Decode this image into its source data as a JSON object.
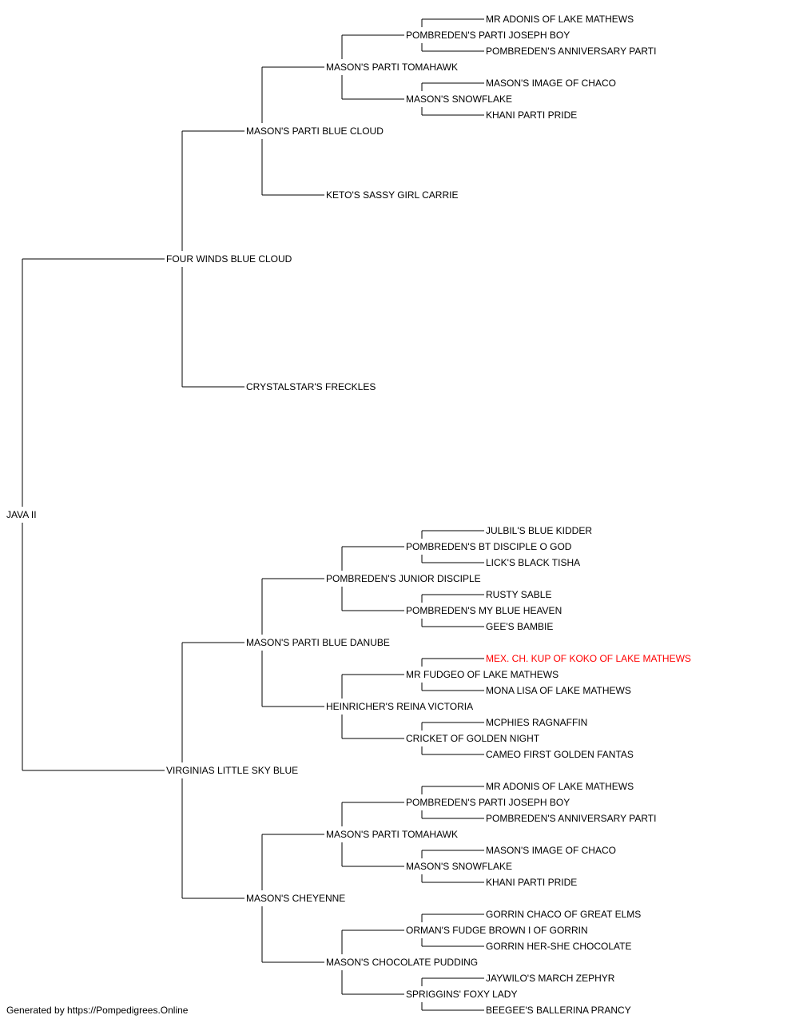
{
  "colors": {
    "text": "#000000",
    "highlight": "#ff0000",
    "line": "#000000"
  },
  "pedigree": {
    "name": "JAVA II",
    "sire": {
      "name": "FOUR WINDS BLUE CLOUD",
      "sire": {
        "name": "MASON'S PARTI BLUE CLOUD",
        "sire": {
          "name": "MASON'S PARTI TOMAHAWK",
          "sire": {
            "name": "POMBREDEN'S PARTI JOSEPH BOY",
            "sire": {
              "name": "MR ADONIS OF LAKE MATHEWS"
            },
            "dam": {
              "name": "POMBREDEN'S ANNIVERSARY PARTI"
            }
          },
          "dam": {
            "name": "MASON'S SNOWFLAKE",
            "sire": {
              "name": "MASON'S IMAGE OF CHACO"
            },
            "dam": {
              "name": "KHANI PARTI PRIDE"
            }
          }
        },
        "dam": {
          "name": "KETO'S SASSY GIRL CARRIE"
        }
      },
      "dam": {
        "name": "CRYSTALSTAR'S FRECKLES"
      }
    },
    "dam": {
      "name": "VIRGINIAS LITTLE SKY BLUE",
      "sire": {
        "name": "MASON'S PARTI BLUE DANUBE",
        "sire": {
          "name": "POMBREDEN'S JUNIOR DISCIPLE",
          "sire": {
            "name": "POMBREDEN'S BT DISCIPLE O GOD",
            "sire": {
              "name": "JULBIL'S BLUE KIDDER"
            },
            "dam": {
              "name": "LICK'S BLACK TISHA"
            }
          },
          "dam": {
            "name": "POMBREDEN'S MY BLUE HEAVEN",
            "sire": {
              "name": "RUSTY SABLE"
            },
            "dam": {
              "name": "GEE'S BAMBIE"
            }
          }
        },
        "dam": {
          "name": "HEINRICHER'S REINA VICTORIA",
          "sire": {
            "name": "MR FUDGEO OF LAKE MATHEWS",
            "sire": {
              "name": "MEX. CH. KUP OF KOKO OF LAKE MATHEWS",
              "highlight": true
            },
            "dam": {
              "name": "MONA LISA OF LAKE MATHEWS"
            }
          },
          "dam": {
            "name": "CRICKET OF GOLDEN NIGHT",
            "sire": {
              "name": "MCPHIES RAGNAFFIN"
            },
            "dam": {
              "name": "CAMEO FIRST GOLDEN FANTAS"
            }
          }
        }
      },
      "dam": {
        "name": "MASON'S CHEYENNE",
        "sire": {
          "name": "MASON'S PARTI TOMAHAWK",
          "sire": {
            "name": "POMBREDEN'S PARTI JOSEPH BOY",
            "sire": {
              "name": "MR ADONIS OF LAKE MATHEWS"
            },
            "dam": {
              "name": "POMBREDEN'S ANNIVERSARY PARTI"
            }
          },
          "dam": {
            "name": "MASON'S SNOWFLAKE",
            "sire": {
              "name": "MASON'S IMAGE OF CHACO"
            },
            "dam": {
              "name": "KHANI PARTI PRIDE"
            }
          }
        },
        "dam": {
          "name": "MASON'S CHOCOLATE PUDDING",
          "sire": {
            "name": "ORMAN'S FUDGE BROWN I OF GORRIN",
            "sire": {
              "name": "GORRIN CHACO OF GREAT ELMS"
            },
            "dam": {
              "name": "GORRIN HER-SHE CHOCOLATE"
            }
          },
          "dam": {
            "name": "SPRIGGINS' FOXY LADY",
            "sire": {
              "name": "JAYWILO'S MARCH ZEPHYR"
            },
            "dam": {
              "name": "BEEGEE'S BALLERINA PRANCY"
            }
          }
        }
      }
    }
  },
  "footer": "Generated by https://Pompedigrees.Online"
}
